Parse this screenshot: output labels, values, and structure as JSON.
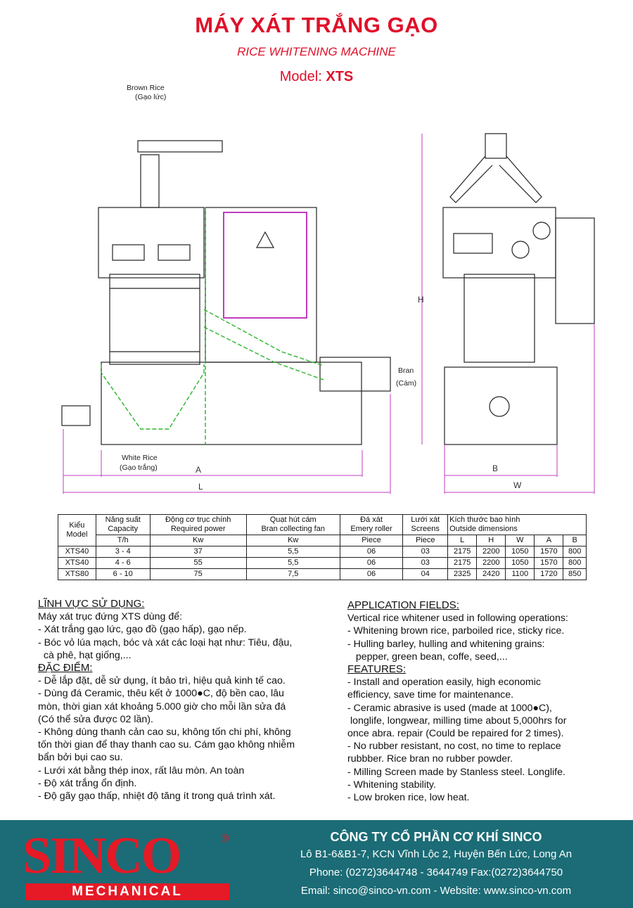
{
  "header": {
    "title": "MÁY XÁT TRẮNG GẠO",
    "subtitle": "RICE WHITENING MACHINE",
    "model_label": "Model:",
    "model_value": "XTS"
  },
  "drawing": {
    "inlet_label": "Brown Rice",
    "inlet_label_vi": "(Gạo lức)",
    "bran_label": "Bran",
    "bran_label_vi": "(Cám)",
    "outlet_label": "White Rice",
    "outlet_label_vi": "(Gạo trắng)",
    "dim_A": "A",
    "dim_L": "L",
    "dim_H": "H",
    "dim_B": "B",
    "dim_W": "W"
  },
  "table": {
    "col_model": [
      "Kiểu",
      "Model"
    ],
    "col_capacity": [
      "Năng suất",
      "Capacity"
    ],
    "col_power": [
      "Động cơ trục chính",
      "Required power"
    ],
    "col_fan": [
      "Quạt hút cám",
      "Bran collecting fan"
    ],
    "col_roller": [
      "Đá xát",
      "Emery roller"
    ],
    "col_screens": [
      "Lưới xát",
      "Screens"
    ],
    "col_dims": [
      "Kích thước bao hình",
      "Outside dimensions"
    ],
    "units": [
      "T/h",
      "Kw",
      "Kw",
      "Piece",
      "Piece",
      "L",
      "H",
      "W",
      "A",
      "B"
    ],
    "rows": [
      [
        "XTS40",
        "3 - 4",
        "37",
        "5,5",
        "06",
        "03",
        "2175",
        "2200",
        "1050",
        "1570",
        "800"
      ],
      [
        "XTS40",
        "4 - 6",
        "55",
        "5,5",
        "06",
        "03",
        "2175",
        "2200",
        "1050",
        "1570",
        "800"
      ],
      [
        "XTS80",
        "6 - 10",
        "75",
        "7,5",
        "06",
        "04",
        "2325",
        "2420",
        "1100",
        "1720",
        "850"
      ]
    ]
  },
  "left_text": {
    "heading1": "LĨNH VỰC SỬ DỤNG:",
    "p1": "Máy xát trục đứng XTS dùng để:\n- Xát trắng gạo lức, gạo đồ (gạo hấp), gạo nếp.\n- Bóc vỏ lúa mạch, bóc và xát các loại hạt như: Tiêu, đậu,\n  cà phê, hạt giống,...",
    "heading2": "ĐẶC ĐIỂM:",
    "p2": "- Dễ lắp đặt, dễ sử dụng, ít bảo trì, hiệu quả kinh tế cao.\n- Dùng đá Ceramic, thêu kết ở 1000●C, độ bền cao, lâu\nmòn, thời gian xát khoảng 5.000 giờ cho mỗi lần sửa đá\n(Có thể sửa được 02 lần).\n- Không dùng thanh cản cao su, không tốn chi phí, không\ntốn thời gian để thay thanh cao su. Cám gạo không nhiễm\nbẩn bởi bụi cao su.\n- Lưới xát bằng thép inox, rất lâu mòn. An toàn\n- Độ xát trắng ổn định.\n- Độ gãy gạo thấp, nhiệt độ tăng ít trong quá trình xát."
  },
  "right_text": {
    "heading1": "APPLICATION FIELDS:",
    "p1": "Vertical rice whitener used in following operations:\n- Whitening brown rice, parboiled rice, sticky rice.\n- Hulling barley, hulling and whitening grains:\n   pepper, green bean, coffe, seed,...",
    "heading2": "FEATURES:",
    "p2": "- Install and operation easily, high economic\nefficiency, save time for maintenance.\n- Ceramic abrasive is used (made at 1000●C),\n longlife, longwear, milling time about 5,000hrs for\nonce abra. repair (Could be repaired for 2 times).\n- No rubber resistant, no cost, no time to replace\nrubbber. Rice bran no rubber powder.\n- Milling Screen made by Stanless steel. Longlife.\n- Whitening stability.\n- Low broken rice, low heat."
  },
  "footer": {
    "logo": "SINCO",
    "logo_reg": "®",
    "logo_sub": "MECHANICAL",
    "company": "CÔNG TY CỔ PHẦN CƠ KHÍ SINCO",
    "address": "Lô B1-6&B1-7, KCN Vĩnh Lộc 2, Huyện Bến Lức, Long An",
    "phone": "Phone: (0272)3644748 - 3644749  Fax:(0272)3644750",
    "contact": "Email: sinco@sinco-vn.com - Website: www.sinco-vn.com"
  },
  "colors": {
    "accent": "#e0102a",
    "footer_bg": "#1b6c76",
    "outline_green": "#2bb52b",
    "outline_magenta": "#c03cc0"
  }
}
